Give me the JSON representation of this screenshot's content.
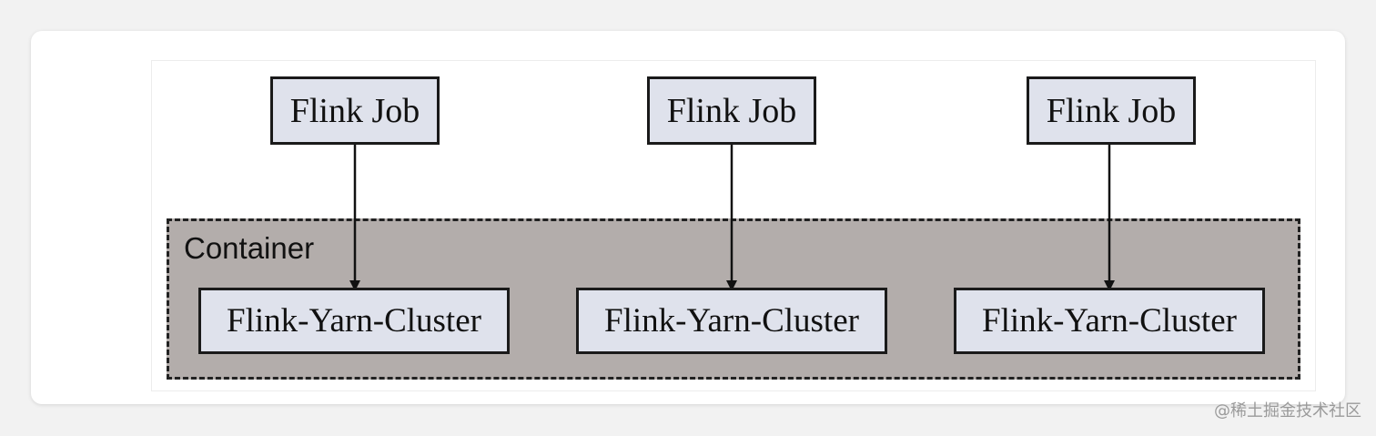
{
  "diagram": {
    "container_label": "Container",
    "jobs": [
      {
        "label": "Flink Job"
      },
      {
        "label": "Flink Job"
      },
      {
        "label": "Flink Job"
      }
    ],
    "clusters": [
      {
        "label": "Flink-Yarn-Cluster"
      },
      {
        "label": "Flink-Yarn-Cluster"
      },
      {
        "label": "Flink-Yarn-Cluster"
      }
    ],
    "colors": {
      "node_fill": "#dfe2ec",
      "container_fill": "#b3adab",
      "border": "#1a1a1a"
    }
  },
  "watermark": "@稀土掘金技术社区"
}
